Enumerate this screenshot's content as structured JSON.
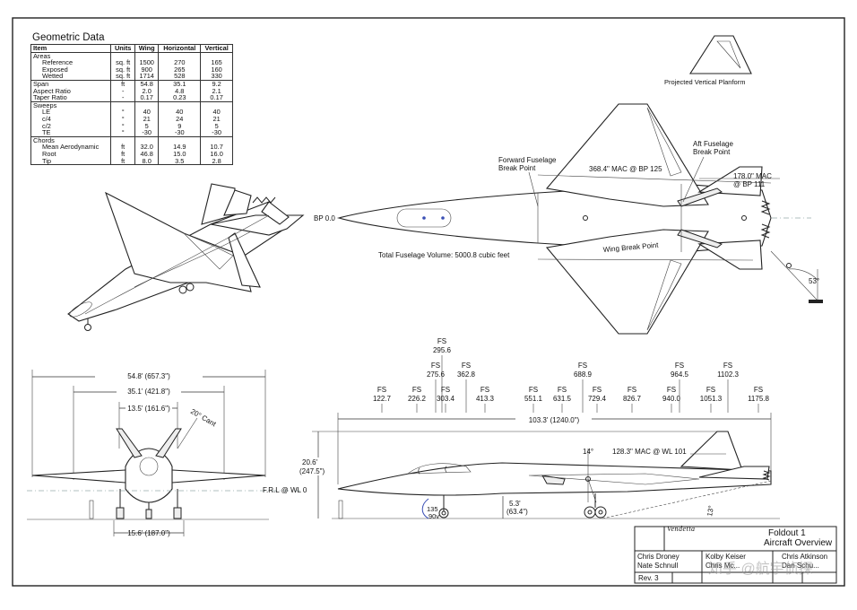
{
  "geometric_data": {
    "title": "Geometric Data",
    "headers": [
      "Item",
      "Units",
      "Wing",
      "Horizontal",
      "Vertical"
    ],
    "groups": [
      {
        "label": "Areas",
        "rows": [
          {
            "item": "Reference",
            "units": "sq. ft",
            "wing": "1500",
            "horizontal": "270",
            "vertical": "165"
          },
          {
            "item": "Exposed",
            "units": "sq. ft",
            "wing": "900",
            "horizontal": "265",
            "vertical": "160"
          },
          {
            "item": "Wetted",
            "units": "sq. ft",
            "wing": "1714",
            "horizontal": "528",
            "vertical": "330"
          }
        ]
      },
      {
        "label": "",
        "rows": [
          {
            "item": "Span",
            "units": "ft",
            "wing": "54.8",
            "horizontal": "35.1",
            "vertical": "9.2"
          },
          {
            "item": "Aspect Ratio",
            "units": "-",
            "wing": "2.0",
            "horizontal": "4.8",
            "vertical": "2.1"
          },
          {
            "item": "Taper Ratio",
            "units": "-",
            "wing": "0.17",
            "horizontal": "0.23",
            "vertical": "0.17"
          }
        ]
      },
      {
        "label": "Sweeps",
        "rows": [
          {
            "item": "LE",
            "units": "°",
            "wing": "40",
            "horizontal": "40",
            "vertical": "40"
          },
          {
            "item": "c/4",
            "units": "°",
            "wing": "21",
            "horizontal": "24",
            "vertical": "21"
          },
          {
            "item": "c/2",
            "units": "°",
            "wing": "5",
            "horizontal": "9",
            "vertical": "5"
          },
          {
            "item": "TE",
            "units": "°",
            "wing": "-30",
            "horizontal": "-30",
            "vertical": "-30"
          }
        ]
      },
      {
        "label": "Chords",
        "rows": [
          {
            "item": "Mean Aerodynamic",
            "units": "ft",
            "wing": "32.0",
            "horizontal": "14.9",
            "vertical": "10.7"
          },
          {
            "item": "Root",
            "units": "ft",
            "wing": "46.8",
            "horizontal": "15.0",
            "vertical": "16.0"
          },
          {
            "item": "Tip",
            "units": "ft",
            "wing": "8.0",
            "horizontal": "3.5",
            "vertical": "2.8"
          }
        ]
      }
    ]
  },
  "planform": {
    "projected_vertical_label": "Projected Vertical Planform",
    "bp_label": "BP 0.0",
    "forward_break_label_1": "Forward Fuselage",
    "forward_break_label_2": "Break Point",
    "aft_break_label_1": "Aft Fuselage",
    "aft_break_label_2": "Break Point",
    "wing_mac_label": "368.4\" MAC @ BP 125",
    "horiz_mac_label_1": "178.0\" MAC",
    "horiz_mac_label_2": "@ BP 111",
    "wing_break_label": "Wing Break Point",
    "volume_label": "Total Fuselage Volume: 5000.8 cubic feet",
    "angle_label": "53°"
  },
  "front_view": {
    "span_label": "54.8' (657.3\")",
    "horiz_span_label": "35.1' (421.8\")",
    "vert_span_label": "13.5' (161.6\")",
    "cant_label": "20° Cant",
    "track_label": "15.6' (187.0\")",
    "frl_label": "F.R.L @ WL 0"
  },
  "side_view": {
    "stations": [
      {
        "top": "FS",
        "val": "122.7"
      },
      {
        "top": "FS",
        "val": "226.2"
      },
      {
        "top": "FS",
        "val": "275.6"
      },
      {
        "top": "FS",
        "val": "295.6"
      },
      {
        "top": "FS",
        "val": "303.4"
      },
      {
        "top": "FS",
        "val": "362.8"
      },
      {
        "top": "FS",
        "val": "413.3"
      },
      {
        "top": "FS",
        "val": "551.1"
      },
      {
        "top": "FS",
        "val": "631.5"
      },
      {
        "top": "FS",
        "val": "688.9"
      },
      {
        "top": "FS",
        "val": "729.4"
      },
      {
        "top": "FS",
        "val": "826.7"
      },
      {
        "top": "FS",
        "val": "940.0"
      },
      {
        "top": "FS",
        "val": "964.5"
      },
      {
        "top": "FS",
        "val": "1051.3"
      },
      {
        "top": "FS",
        "val": "1102.3"
      },
      {
        "top": "FS",
        "val": "1175.8"
      }
    ],
    "length_label": "103.3' (1240.0\")",
    "height_label_1": "20.6'",
    "height_label_2": "(247.5\")",
    "gear_height_label_1": "5.3'",
    "gear_height_label_2": "(63.4\")",
    "vert_mac_label": "128.3\" MAC @ WL 101",
    "gear_angle_label": "14°",
    "tail_angle_label": "13°",
    "rotation_label_1": "135",
    "rotation_label_2": "90v"
  },
  "title_block": {
    "logo": "Vendetta",
    "foldout": "Foldout 1",
    "subtitle": "Aircraft Overview",
    "names": [
      "Chris Droney",
      "Kolby Keiser",
      "Chris Atkinson",
      "Nate Schnull",
      "Chris Mc...",
      "Dan Schu..."
    ],
    "rev": "Rev. 3",
    "watermark": "知乎 @航宇侦探"
  }
}
